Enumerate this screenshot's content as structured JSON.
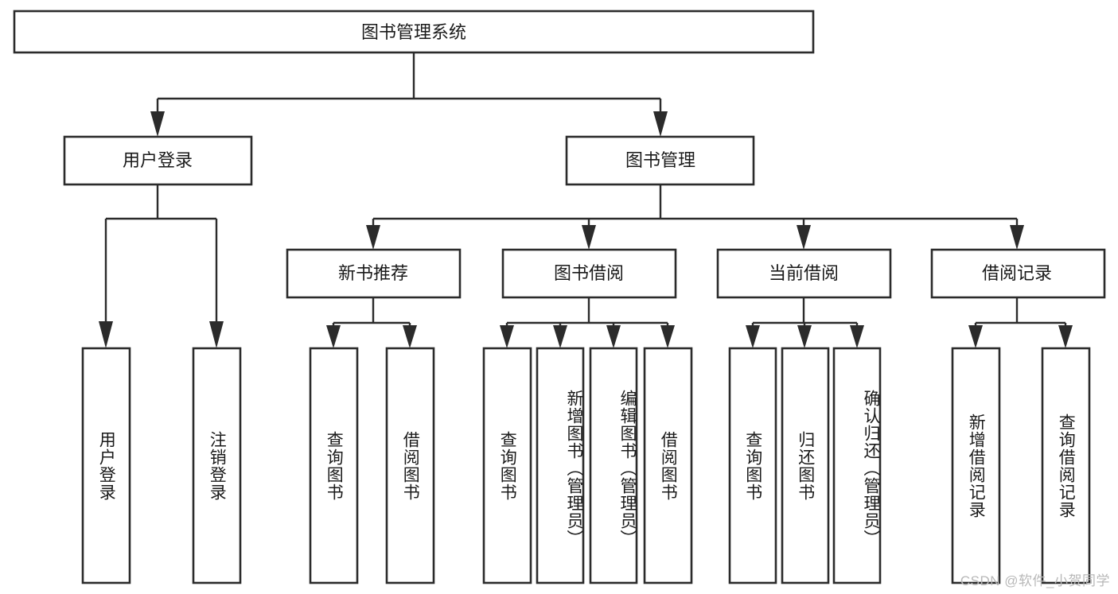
{
  "diagram": {
    "title": "图书管理系统",
    "watermark": "CSDN @软件_小贺同学",
    "root": {
      "label": "图书管理系统"
    },
    "level2": [
      {
        "label": "用户登录"
      },
      {
        "label": "图书管理"
      }
    ],
    "level3": [
      {
        "label": "新书推荐"
      },
      {
        "label": "图书借阅"
      },
      {
        "label": "当前借阅"
      },
      {
        "label": "借阅记录"
      }
    ],
    "leaves": {
      "user_login": [
        {
          "label": "用户登录"
        },
        {
          "label": "注销登录"
        }
      ],
      "new_book_recommend": [
        {
          "label": "查询图书"
        },
        {
          "label": "借阅图书"
        }
      ],
      "book_borrow": [
        {
          "label": "查询图书"
        },
        {
          "label": "新增图书（管理员）"
        },
        {
          "label": "编辑图书（管理员）"
        },
        {
          "label": "借阅图书"
        }
      ],
      "current_borrow": [
        {
          "label": "查询图书"
        },
        {
          "label": "归还图书"
        },
        {
          "label": "确认归还（管理员）"
        }
      ],
      "borrow_record": [
        {
          "label": "新增借阅记录"
        },
        {
          "label": "查询借阅记录"
        }
      ]
    },
    "colors": {
      "stroke": "#2b2b2b",
      "fill": "#ffffff",
      "text": "#1a1a1a",
      "watermark": "#b8b8b8"
    }
  }
}
